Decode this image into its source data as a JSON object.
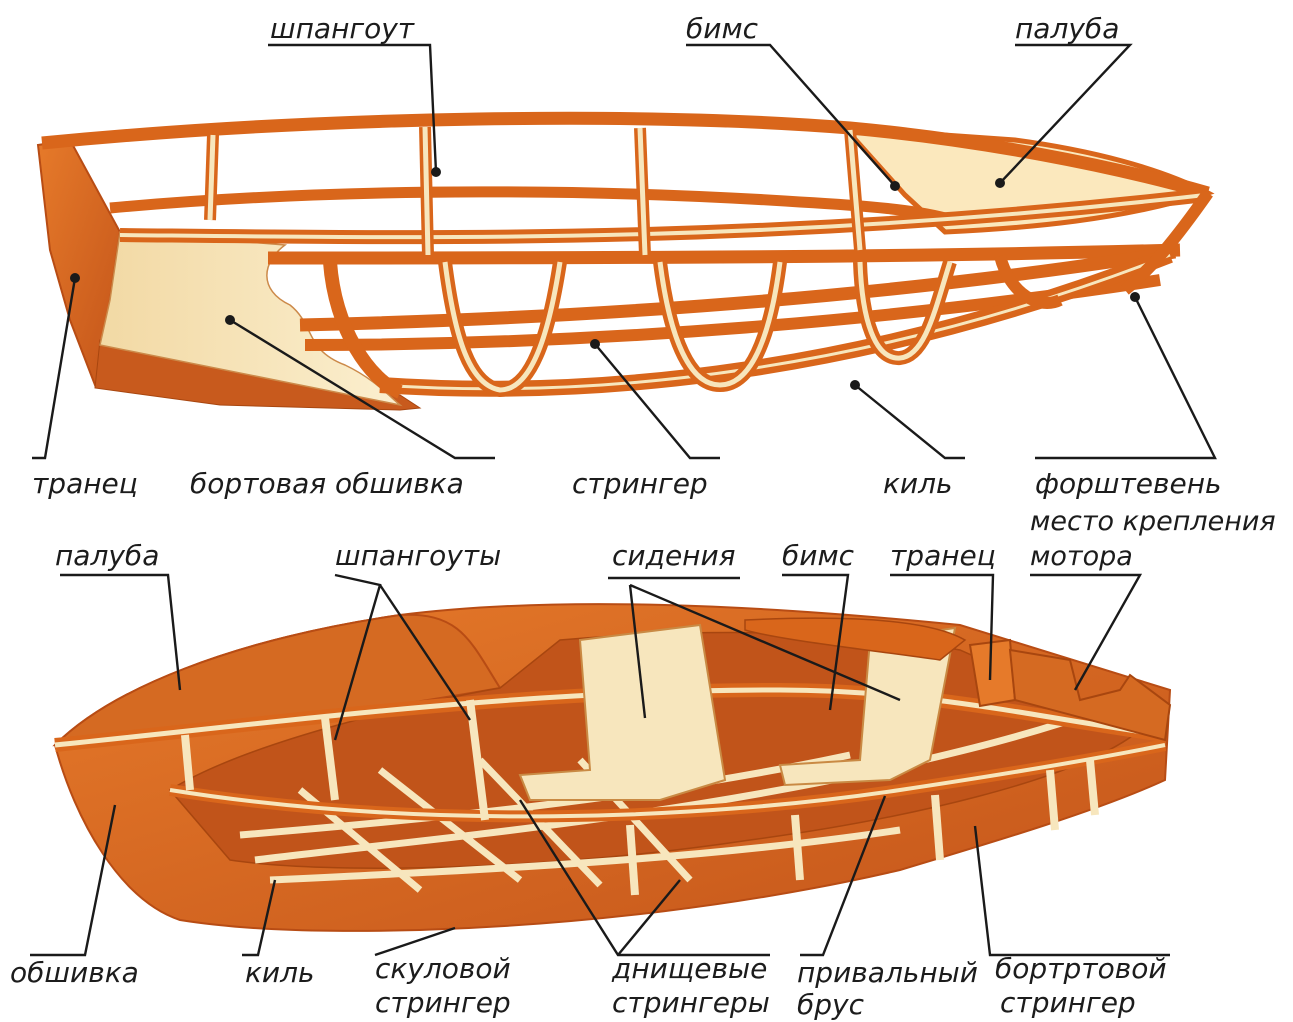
{
  "diagram_top": {
    "labels": {
      "frame": "шпангоут",
      "beam": "бимс",
      "deck": "палуба",
      "transom": "транец",
      "side_planking": "бортовая обшивка",
      "stringer": "стрингер",
      "keel": "киль",
      "stem": "форштевень"
    }
  },
  "diagram_bottom": {
    "labels": {
      "deck": "палуба",
      "frames": "шпангоуты",
      "seats": "сидения",
      "beam": "бимс",
      "transom": "транец",
      "motor_mount_line1": "место крепления",
      "motor_mount_line2": "мотора",
      "planking": "обшивка",
      "keel": "киль",
      "chine_stringer_line1": "скуловой",
      "chine_stringer_line2": "стрингер",
      "bottom_stringers_line1": "днищевые",
      "bottom_stringers_line2": "стрингеры",
      "gunwale_line1": "привальный",
      "gunwale_line2": "брус",
      "side_stringer_line1": "бортртовой",
      "side_stringer_line2": "стрингер"
    }
  },
  "colors": {
    "wood_dark": "#d9661b",
    "wood_light": "#f7e6bd",
    "text": "#1c1c1c"
  }
}
